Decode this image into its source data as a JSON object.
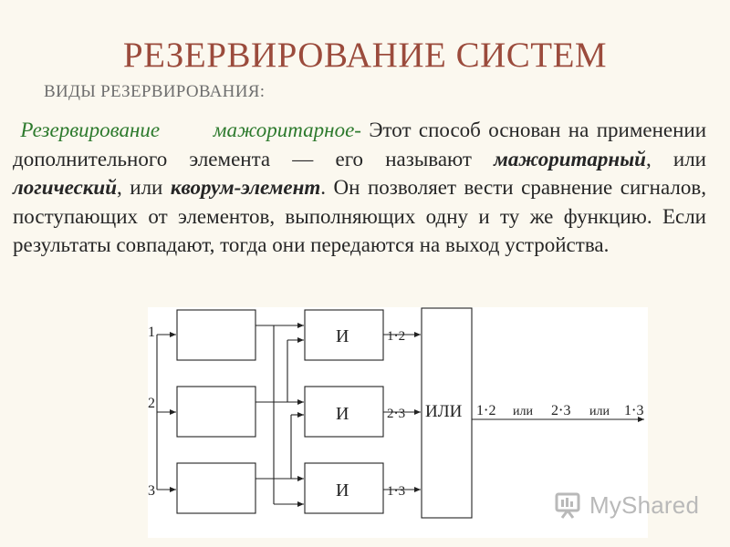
{
  "slide": {
    "title": "РЕЗЕРВИРОВАНИЕ СИСТЕМ",
    "subtitle": "ВИДЫ РЕЗЕРВИРОВАНИЯ:"
  },
  "body": {
    "heading_part1": "Резервирование",
    "heading_part2": "мажоритарное-",
    "text1": " Этот способ основан на применении дополнительного элемента — его называют ",
    "term1": "мажоритарный",
    "text2": ", или ",
    "term2": "логический",
    "text3": ", или ",
    "term3": "кворум-элемент",
    "text4": ". Он позволяет вести сравнение сигналов, поступающих от элементов, выполняющих одну и ту же функцию. Если результаты совпадают, тогда они передаются на выход устройства.",
    "accent_color": "#2d7a2d"
  },
  "diagram": {
    "inputs": [
      "1",
      "2",
      "3"
    ],
    "and_gates": [
      "И",
      "И",
      "И"
    ],
    "and_outputs": [
      "1⋅2",
      "2⋅3",
      "1⋅3"
    ],
    "or_gate": "ИЛИ",
    "output": {
      "a": "1⋅2",
      "sep1": "или",
      "b": "2⋅3",
      "sep2": "или",
      "c": "1⋅3"
    }
  },
  "watermark": {
    "icon": "myshared-logo-icon",
    "text": "MyShared"
  }
}
